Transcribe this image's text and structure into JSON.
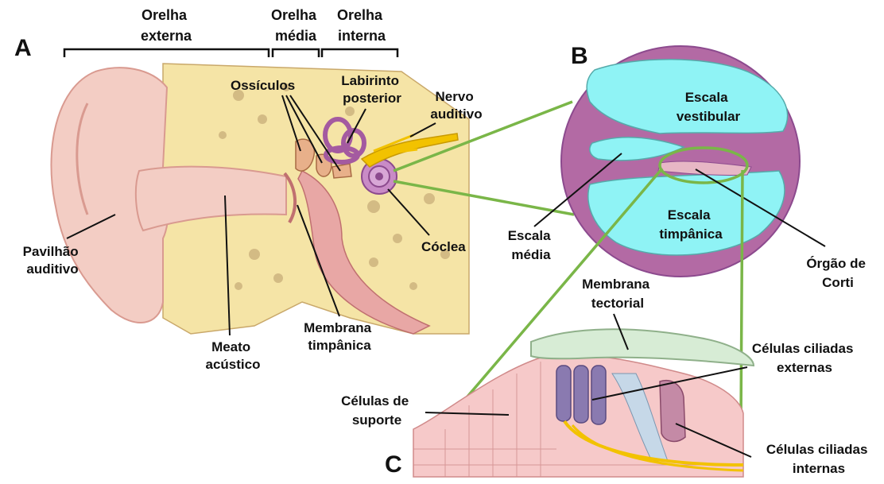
{
  "panels": {
    "a": "A",
    "b": "B",
    "c": "C"
  },
  "sections": {
    "external": [
      "Orelha",
      "externa"
    ],
    "middle": [
      "Orelha",
      "média"
    ],
    "internal": [
      "Orelha",
      "interna"
    ]
  },
  "panel_a_labels": {
    "ossicles": "Ossículos",
    "labyrinth": [
      "Labirinto",
      "posterior"
    ],
    "nerve": [
      "Nervo",
      "auditivo"
    ],
    "pinna": [
      "Pavilhão",
      "auditivo"
    ],
    "cochlea": "Cóclea",
    "canal": [
      "Meato",
      "acústico"
    ],
    "eardrum": [
      "Membrana",
      "timpânica"
    ]
  },
  "panel_b_labels": {
    "vestibular": [
      "Escala",
      "vestibular"
    ],
    "tympanic": [
      "Escala",
      "timpânica"
    ],
    "media": [
      "Escala",
      "média"
    ],
    "corti": [
      "Órgão de",
      "Corti"
    ]
  },
  "panel_c_labels": {
    "tectorial": [
      "Membrana",
      "tectorial"
    ],
    "outer_hair": [
      "Células ciliadas",
      "externas"
    ],
    "support": [
      "Células de",
      "suporte"
    ],
    "inner_hair": [
      "Células ciliadas",
      "internas"
    ]
  },
  "colors": {
    "skin": "#f3cdc4",
    "bone": "#f5e4a6",
    "purple": "#b05a9c",
    "cyan": "#8ff3f5",
    "zoom_line": "#7ab648",
    "nerve": "#f2c200",
    "tectorial": "#d7ecd5"
  }
}
